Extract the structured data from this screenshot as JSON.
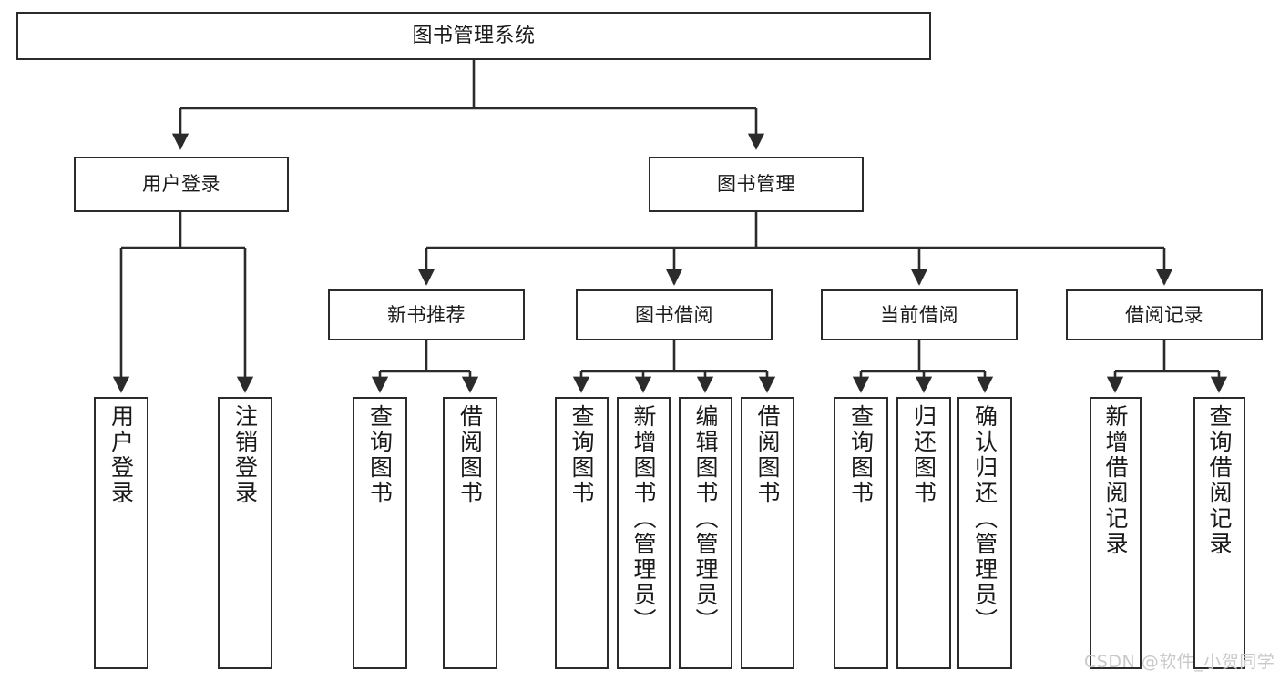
{
  "diagram": {
    "title": "图书管理系统",
    "type": "tree",
    "palette": {
      "stroke": "#2b2b2b",
      "fill": "#ffffff",
      "text": "#1a1a1a",
      "watermark": "#c9c9c9",
      "background": "#ffffff"
    },
    "root": {
      "id": "root",
      "label": "图书管理系统",
      "orientation": "horizontal"
    },
    "level2": [
      {
        "id": "user-login",
        "label": "用户登录",
        "orientation": "horizontal"
      },
      {
        "id": "book-manage",
        "label": "图书管理",
        "orientation": "horizontal"
      }
    ],
    "level3": [
      {
        "id": "new-book-recommend",
        "label": "新书推荐",
        "orientation": "horizontal",
        "parent": "book-manage"
      },
      {
        "id": "book-borrow",
        "label": "图书借阅",
        "orientation": "horizontal",
        "parent": "book-manage"
      },
      {
        "id": "current-borrow",
        "label": "当前借阅",
        "orientation": "horizontal",
        "parent": "book-manage"
      },
      {
        "id": "borrow-record",
        "label": "借阅记录",
        "orientation": "horizontal",
        "parent": "book-manage"
      }
    ],
    "leaves": [
      {
        "id": "leaf-user-login",
        "label": "用户登录",
        "parent": "user-login",
        "orientation": "vertical"
      },
      {
        "id": "leaf-logout",
        "label": "注销登录",
        "parent": "user-login",
        "orientation": "vertical"
      },
      {
        "id": "leaf-query-book-1",
        "label": "查询图书",
        "parent": "new-book-recommend",
        "orientation": "vertical"
      },
      {
        "id": "leaf-borrow-book-1",
        "label": "借阅图书",
        "parent": "new-book-recommend",
        "orientation": "vertical"
      },
      {
        "id": "leaf-query-book-2",
        "label": "查询图书",
        "parent": "book-borrow",
        "orientation": "vertical"
      },
      {
        "id": "leaf-add-book",
        "label": "新增图书（管理员）",
        "parent": "book-borrow",
        "orientation": "vertical"
      },
      {
        "id": "leaf-edit-book",
        "label": "编辑图书（管理员）",
        "parent": "book-borrow",
        "orientation": "vertical"
      },
      {
        "id": "leaf-borrow-book-2",
        "label": "借阅图书",
        "parent": "book-borrow",
        "orientation": "vertical"
      },
      {
        "id": "leaf-query-book-3",
        "label": "查询图书",
        "parent": "current-borrow",
        "orientation": "vertical"
      },
      {
        "id": "leaf-return-book",
        "label": "归还图书",
        "parent": "current-borrow",
        "orientation": "vertical"
      },
      {
        "id": "leaf-confirm-return",
        "label": "确认归还（管理员）",
        "parent": "current-borrow",
        "orientation": "vertical"
      },
      {
        "id": "leaf-add-record",
        "label": "新增借阅记录",
        "parent": "borrow-record",
        "orientation": "vertical"
      },
      {
        "id": "leaf-query-record",
        "label": "查询借阅记录",
        "parent": "borrow-record",
        "orientation": "vertical"
      }
    ],
    "watermark": "CSDN @软件_小贺同学"
  }
}
